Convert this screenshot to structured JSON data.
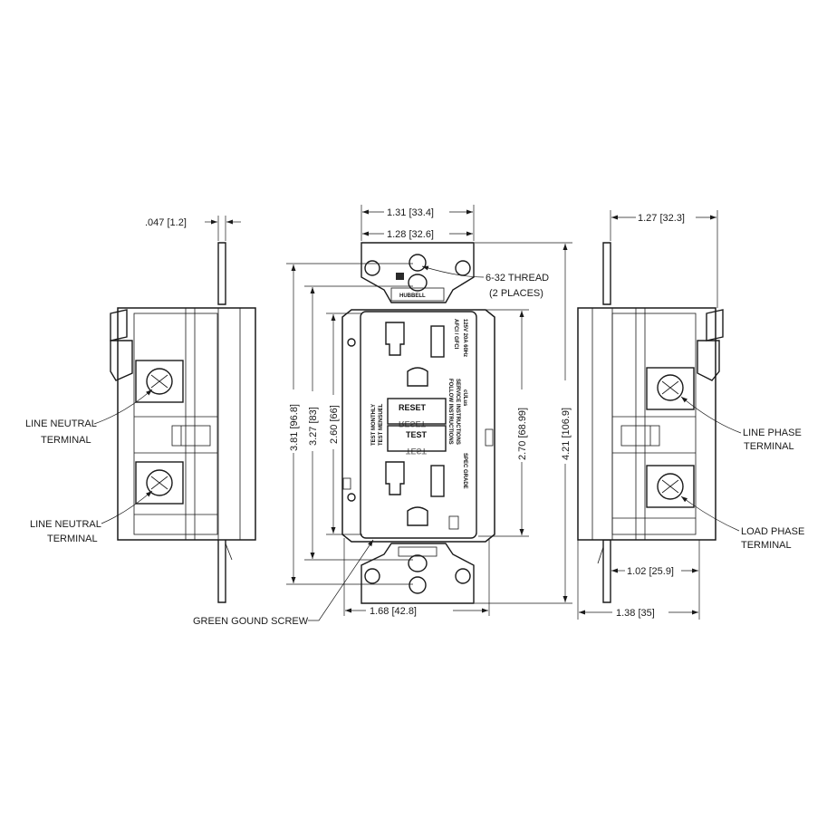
{
  "dimensions": {
    "side_thickness": ".047 [1.2]",
    "top_width": "1.31 [33.4]",
    "face_width": "1.28 [32.6]",
    "right_depth": "1.27 [32.3]",
    "height_381": "3.81 [96.8]",
    "height_327": "3.27 [83]",
    "height_260": "2.60 [66]",
    "height_270": "2.70 [68.99]",
    "height_421": "4.21 [106.9]",
    "bottom_width": "1.68 [42.8]",
    "right_102": "1.02 [25.9]",
    "right_138": "1.38 [35]"
  },
  "callouts": {
    "thread_line1": "6-32 THREAD",
    "thread_line2": "(2 PLACES)",
    "line_neutral_1_a": "LINE NEUTRAL",
    "line_neutral_1_b": "TERMINAL",
    "line_neutral_2_a": "LINE NEUTRAL",
    "line_neutral_2_b": "TERMINAL",
    "line_phase_a": "LINE PHASE",
    "line_phase_b": "TERMINAL",
    "load_phase_a": "LOAD PHASE",
    "load_phase_b": "TERMINAL",
    "ground_screw": "GREEN GOUND SCREW"
  },
  "device_markings": {
    "reset": "RESET",
    "reset_mirror": "RESET",
    "test": "TEST",
    "test_mirror": "TEST",
    "afci_gfci": "AFCI / GFCI",
    "rating": "125V 20A 60Hz",
    "listing": "cULus",
    "follow": "FOLLOW INSTRUCTIONS",
    "service": "SERVICE INSTRUCTIONS",
    "spec": "SPEC GRADE",
    "test_monthly": "TEST MONTHLY",
    "test_monthly_2": "TEST MENSUEL",
    "brand": "HUBBELL"
  }
}
